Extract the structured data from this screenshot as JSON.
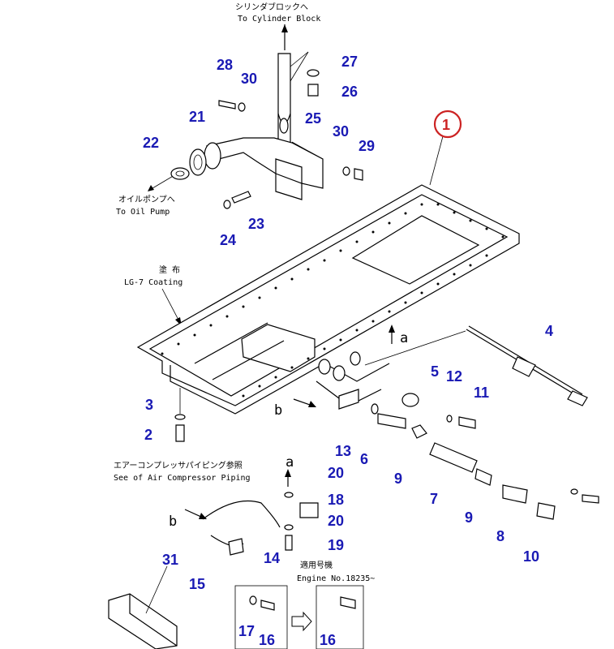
{
  "notes": {
    "cyl_jp": "シリンダブロックへ",
    "cyl_en": "To Cylinder Block",
    "pump_jp": "オイルポンプへ",
    "pump_en": "To Oil Pump",
    "coat_jp": "塗 布",
    "coat_en": "LG-7 Coating",
    "air_jp": "エアーコンプレッサパイピング参照",
    "air_en": "See of Air Compressor Piping",
    "eng_jp": "適用号機",
    "eng_en": "Engine No.18235~"
  },
  "callouts": {
    "a_top": "a",
    "b_left": "b",
    "a_mid": "a",
    "b_low": "b"
  },
  "parts": [
    {
      "id": "p1",
      "label": "1"
    },
    {
      "id": "p2",
      "label": "2"
    },
    {
      "id": "p3",
      "label": "3"
    },
    {
      "id": "p4",
      "label": "4"
    },
    {
      "id": "p5",
      "label": "5"
    },
    {
      "id": "p6",
      "label": "6"
    },
    {
      "id": "p7",
      "label": "7"
    },
    {
      "id": "p8",
      "label": "8"
    },
    {
      "id": "p9a",
      "label": "9"
    },
    {
      "id": "p9b",
      "label": "9"
    },
    {
      "id": "p10",
      "label": "10"
    },
    {
      "id": "p11",
      "label": "11"
    },
    {
      "id": "p12",
      "label": "12"
    },
    {
      "id": "p13",
      "label": "13"
    },
    {
      "id": "p14",
      "label": "14"
    },
    {
      "id": "p15",
      "label": "15"
    },
    {
      "id": "p16a",
      "label": "16"
    },
    {
      "id": "p16b",
      "label": "16"
    },
    {
      "id": "p17",
      "label": "17"
    },
    {
      "id": "p18",
      "label": "18"
    },
    {
      "id": "p19",
      "label": "19"
    },
    {
      "id": "p20a",
      "label": "20"
    },
    {
      "id": "p20b",
      "label": "20"
    },
    {
      "id": "p21",
      "label": "21"
    },
    {
      "id": "p22",
      "label": "22"
    },
    {
      "id": "p23",
      "label": "23"
    },
    {
      "id": "p24",
      "label": "24"
    },
    {
      "id": "p25",
      "label": "25"
    },
    {
      "id": "p26",
      "label": "26"
    },
    {
      "id": "p27",
      "label": "27"
    },
    {
      "id": "p28",
      "label": "28"
    },
    {
      "id": "p29",
      "label": "29"
    },
    {
      "id": "p30a",
      "label": "30"
    },
    {
      "id": "p30b",
      "label": "30"
    },
    {
      "id": "p31",
      "label": "31"
    }
  ],
  "colors": {
    "number": "#1a1ab4",
    "highlight": "#cc2222",
    "line": "#000000"
  }
}
